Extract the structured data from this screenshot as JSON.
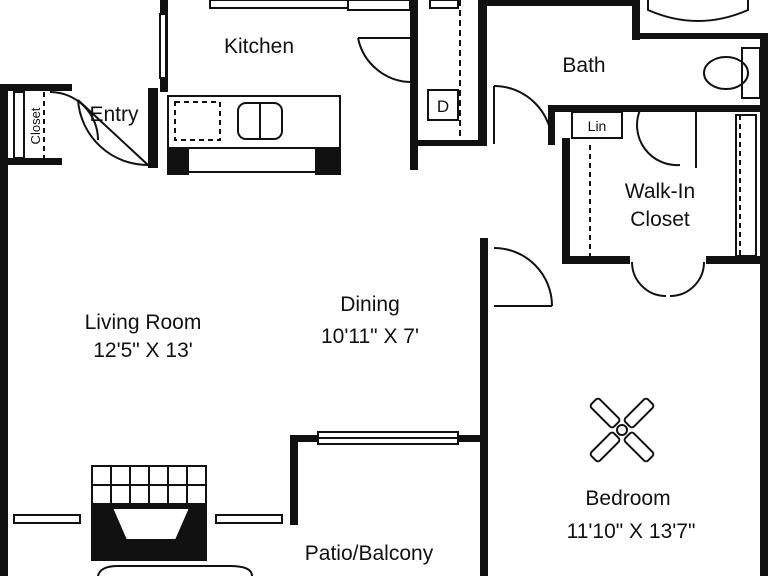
{
  "colors": {
    "ink": "#111111",
    "paper": "#ffffff"
  },
  "rooms": {
    "kitchen": {
      "name": "Kitchen"
    },
    "bath": {
      "name": "Bath"
    },
    "entry": {
      "name": "Entry"
    },
    "closet": {
      "name": "Closet"
    },
    "linen": {
      "name": "Lin"
    },
    "dryer": {
      "name": "D"
    },
    "walk_in": {
      "name_line1": "Walk-In",
      "name_line2": "Closet"
    },
    "living": {
      "name": "Living Room",
      "size": "12'5\" X 13'"
    },
    "dining": {
      "name": "Dining",
      "size": "10'11\" X 7'"
    },
    "bedroom": {
      "name": "Bedroom",
      "size": "11'10\" X 13'7\""
    },
    "patio": {
      "name": "Patio/Balcony"
    }
  },
  "icons": [
    "ceiling-fan-icon",
    "toilet-icon",
    "bathtub-icon",
    "sink-icon",
    "fireplace-icon"
  ]
}
